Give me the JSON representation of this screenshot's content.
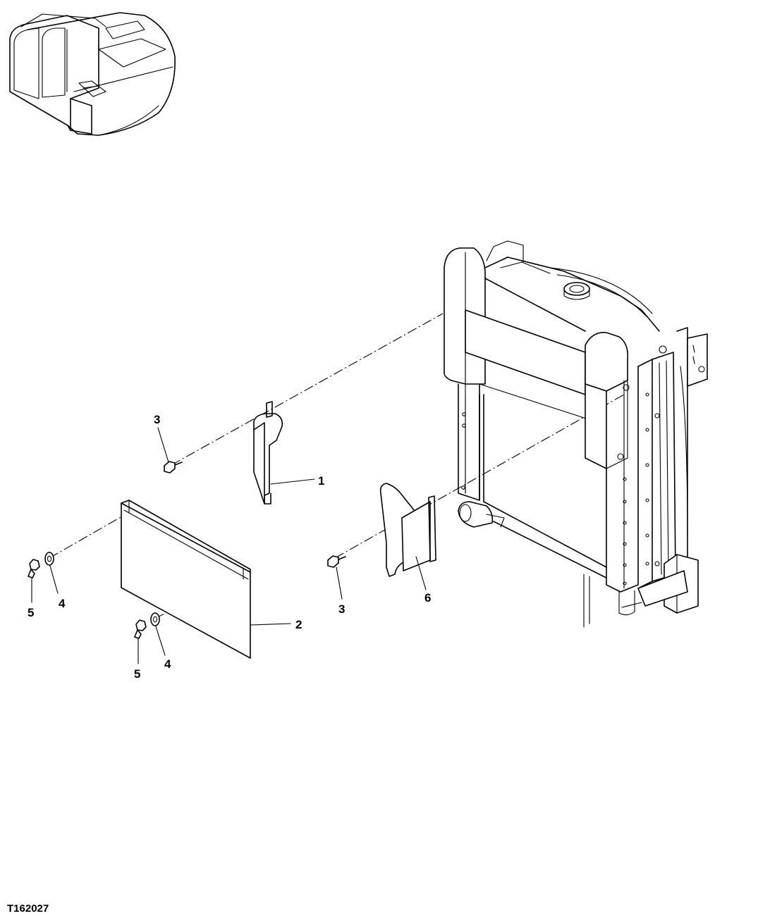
{
  "figure_id": "T162027",
  "callouts": [
    "1",
    "2",
    "3",
    "3",
    "4",
    "4",
    "5",
    "5",
    "6"
  ],
  "icons": [
    "excavator-locator-icon",
    "radiator-assembly",
    "bracket-part-1",
    "cover-plate-part-2",
    "bolt-part-3",
    "washer-part-4",
    "nut-part-5",
    "bracket-part-6"
  ]
}
